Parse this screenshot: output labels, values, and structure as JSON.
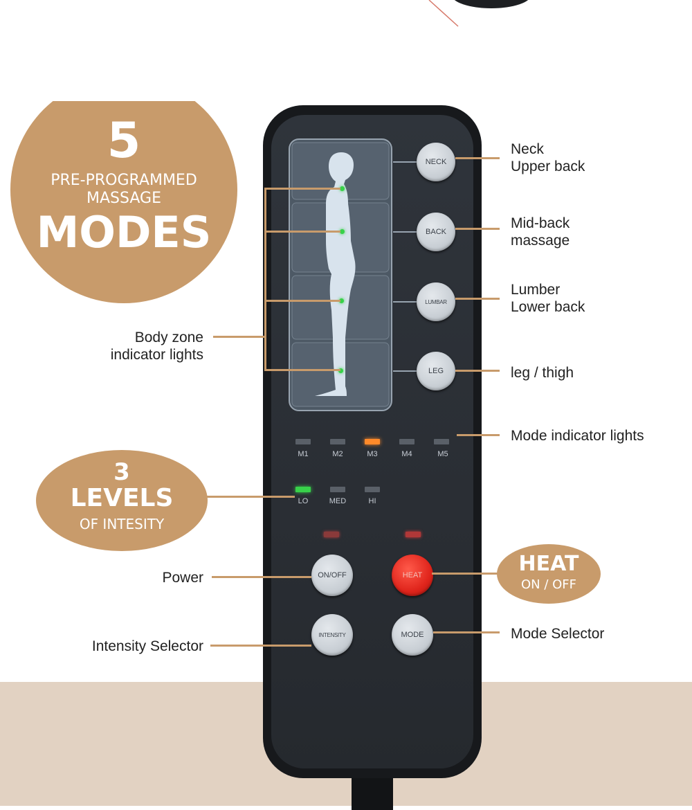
{
  "badge_modes": {
    "number": "5",
    "line1": "PRE-PROGRAMMED",
    "line2": "MASSAGE",
    "word": "MODES"
  },
  "badge_levels": {
    "number": "3",
    "word": "LEVELS",
    "line": "OF INTESITY"
  },
  "badge_heat": {
    "word": "HEAT",
    "line": "ON / OFF"
  },
  "buttons": {
    "neck": "NECK",
    "back": "BACK",
    "lumbar": "LUMBAR",
    "leg": "LEG",
    "power": "ON/OFF",
    "heat": "HEAT",
    "intensity": "INTENSITY",
    "mode": "MODE"
  },
  "mode_leds": [
    "M1",
    "M2",
    "M3",
    "M4",
    "M5"
  ],
  "level_leds": [
    "LO",
    "MED",
    "HI"
  ],
  "callouts": {
    "neck": "Neck\nUpper back",
    "back": "Mid-back\nmassage",
    "lumbar": "Lumber\nLower back",
    "leg": "leg / thigh",
    "mode_lights": "Mode indicator lights",
    "body_zone": "Body zone\nindicator lights",
    "power": "Power",
    "intensity": "Intensity Selector",
    "mode_selector": "Mode Selector"
  },
  "colors": {
    "accent": "#c89b6b",
    "remote": "#2b2f36",
    "led_on_green": "#38d24a",
    "led_on_orange": "#ff8a2a",
    "led_red": "#e03a3a",
    "floor": "#e2d2c2"
  }
}
